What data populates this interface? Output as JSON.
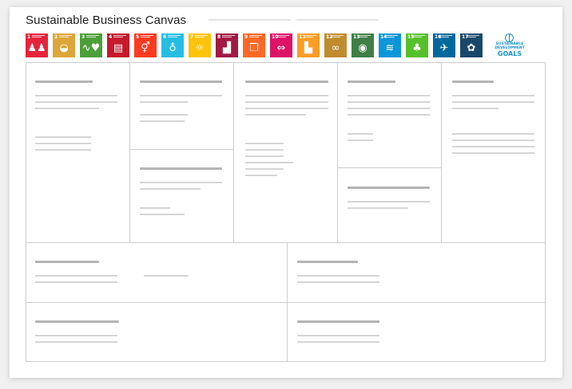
{
  "title": "Sustainable Business Canvas",
  "sdg_goals": [
    {
      "number": "1",
      "icon": "family-icon",
      "glyph": "♟♟",
      "color": "#e5243b"
    },
    {
      "number": "2",
      "icon": "bowl-icon",
      "glyph": "◒",
      "color": "#dda63a"
    },
    {
      "number": "3",
      "icon": "heartbeat-icon",
      "glyph": "∿♥",
      "color": "#4c9f38"
    },
    {
      "number": "4",
      "icon": "book-icon",
      "glyph": "▤",
      "color": "#c5192d"
    },
    {
      "number": "5",
      "icon": "gender-equality-icon",
      "glyph": "⚥",
      "color": "#ff3a21"
    },
    {
      "number": "6",
      "icon": "water-drop-icon",
      "glyph": "♁",
      "color": "#26bde2"
    },
    {
      "number": "7",
      "icon": "sun-icon",
      "glyph": "☼",
      "color": "#fcc30b"
    },
    {
      "number": "8",
      "icon": "growth-chart-icon",
      "glyph": "▟",
      "color": "#a21942"
    },
    {
      "number": "9",
      "icon": "cubes-icon",
      "glyph": "❒",
      "color": "#fd6925"
    },
    {
      "number": "10",
      "icon": "equality-icon",
      "glyph": "⇔",
      "color": "#dd1367"
    },
    {
      "number": "11",
      "icon": "city-icon",
      "glyph": "▙",
      "color": "#fd9d24"
    },
    {
      "number": "12",
      "icon": "infinity-icon",
      "glyph": "∞",
      "color": "#bf8b2e"
    },
    {
      "number": "13",
      "icon": "eye-icon",
      "glyph": "◉",
      "color": "#3f7e44"
    },
    {
      "number": "14",
      "icon": "fish-icon",
      "glyph": "≋",
      "color": "#0a97d9"
    },
    {
      "number": "15",
      "icon": "tree-icon",
      "glyph": "♣",
      "color": "#56c02b"
    },
    {
      "number": "16",
      "icon": "dove-icon",
      "glyph": "✈",
      "color": "#00689d"
    },
    {
      "number": "17",
      "icon": "flower-icon",
      "glyph": "✿",
      "color": "#19486a"
    }
  ],
  "sdg_logo": {
    "icon": "un-globe-icon",
    "line1": "SUSTAINABLE",
    "line2": "DEVELOPMENT",
    "line3": "GOALS",
    "color": "#1a92d0"
  }
}
